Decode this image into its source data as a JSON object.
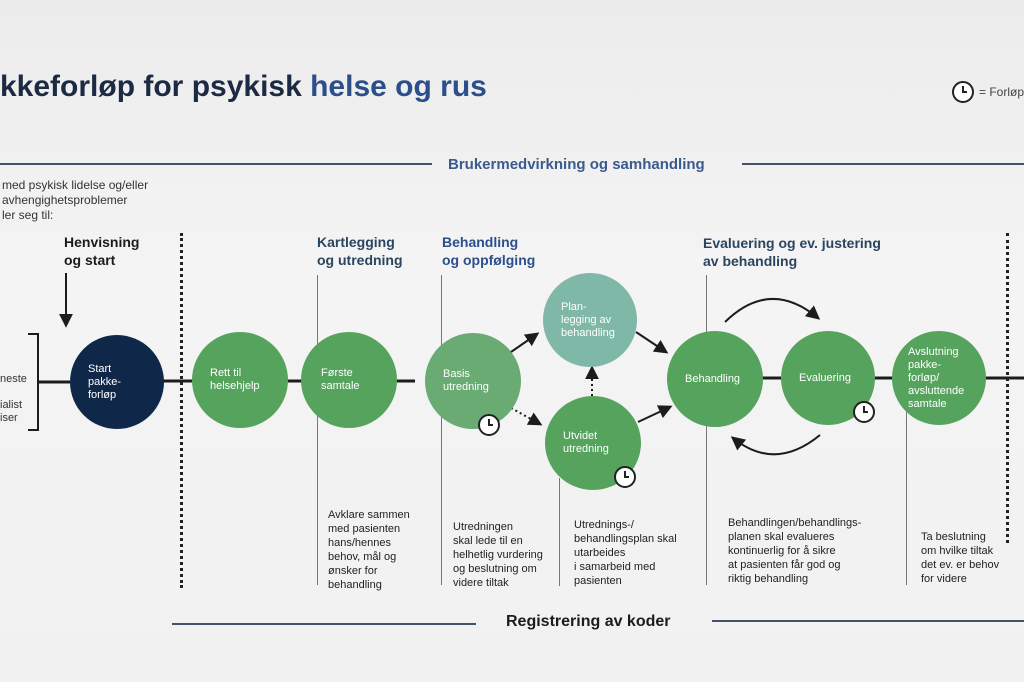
{
  "title": {
    "part1": "kkeforløp for psykisk ",
    "part2": "helse og rus"
  },
  "legend": {
    "text": "= Forløp",
    "icon": "clock-icon"
  },
  "banner": "Brukermedvirkning og samhandling",
  "intro": {
    "lines": [
      "med psykisk lidelse og/eller",
      "avhengighetsproblemer",
      "ler seg til:"
    ]
  },
  "left_labels": [
    "neste",
    "ialist",
    "iser"
  ],
  "phases": {
    "henvisning": [
      "Henvisning",
      "og start"
    ],
    "kartlegging": [
      "Kartlegging",
      "og utredning"
    ],
    "behandling": [
      "Behandling",
      "og oppfølging"
    ],
    "evaluering": [
      "Evaluering og ev. justering",
      "av behandling"
    ]
  },
  "circles": {
    "start": [
      "Start",
      "pakke-",
      "forløp"
    ],
    "rett": [
      "Rett til",
      "helsehjelp"
    ],
    "forste": [
      "Første",
      "samtale"
    ],
    "basis": [
      "Basis",
      "utredning"
    ],
    "plan": [
      "Plan-",
      "legging av",
      "behandling"
    ],
    "utvidet": [
      "Utvidet",
      "utredning"
    ],
    "behandling": [
      "Behandling"
    ],
    "evaluering": [
      "Evaluering"
    ],
    "avslutning": [
      "Avslutning",
      "pakke-",
      "forløp/",
      "avsluttende",
      "samtale"
    ]
  },
  "descriptions": {
    "kartlegging": [
      "Avklare sammen",
      "med pasienten",
      "hans/hennes",
      "behov, mål og",
      "ønsker for",
      "behandling"
    ],
    "utredning": [
      "Utredningen",
      "skal lede til en",
      "helhetlig vurdering",
      "og beslutning om",
      "videre tiltak"
    ],
    "plan": [
      "Utrednings-/",
      "behandlingsplan skal",
      "utarbeides",
      "i samarbeid med",
      "pasienten"
    ],
    "evaluering": [
      "Behandlingen/behandlings-",
      "planen skal evalueres",
      "kontinuerlig for å sikre",
      "at pasienten får god og",
      "riktig behandling"
    ],
    "avslutning": [
      "Ta beslutning",
      "om hvilke tiltak",
      "det ev. er behov",
      "for videre"
    ]
  },
  "footer": "Registrering av koder",
  "colors": {
    "dark_circle": "#0f2748",
    "green_circle": "#55a35d",
    "teal_circle": "#7fb8a6",
    "accent_blue": "#2c4f8c"
  }
}
